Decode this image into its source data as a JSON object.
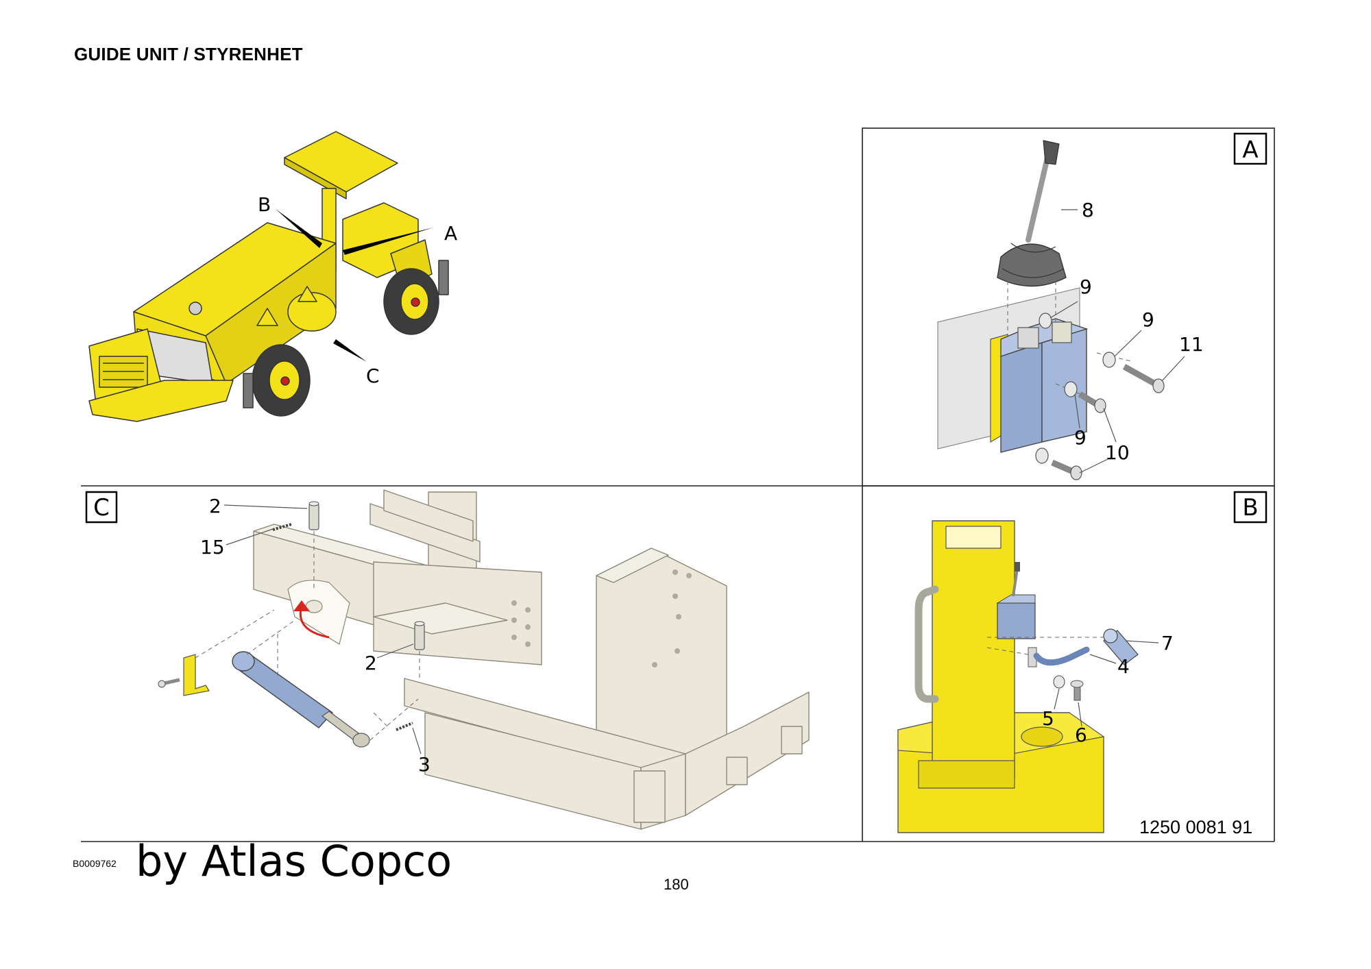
{
  "page": {
    "title": "GUIDE UNIT / STYRENHET",
    "doc_id": "B0009762",
    "brand": "by Atlas Copco",
    "page_number": "180",
    "part_code": "1250 0081 91"
  },
  "colors": {
    "machine_yellow": "#f3e21a",
    "frame_beige": "#ebe7da",
    "part_blue": "#93a9d0",
    "plate_grey": "#e6e6e6",
    "arrow_red": "#d9261c"
  },
  "overview": {
    "pointer_labels": [
      "A",
      "B",
      "C"
    ]
  },
  "view_a": {
    "label": "A",
    "callouts": [
      "8",
      "9",
      "9",
      "11",
      "9",
      "10"
    ]
  },
  "view_b": {
    "label": "B",
    "callouts": [
      "7",
      "4",
      "5",
      "6"
    ]
  },
  "view_c": {
    "label": "C",
    "callouts": [
      "2",
      "15",
      "2",
      "3"
    ]
  }
}
